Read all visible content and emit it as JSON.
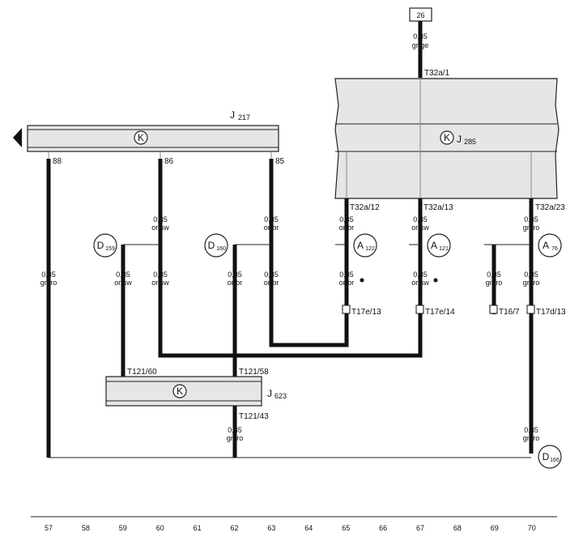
{
  "components": {
    "j217": {
      "label": "J",
      "sub": "217",
      "symbol": "K"
    },
    "j285": {
      "label": "J",
      "sub": "285",
      "symbol": "K"
    },
    "j623": {
      "label": "J",
      "sub": "623",
      "symbol": "K"
    }
  },
  "top_connector": "26",
  "top_wire": {
    "gauge": "0,35",
    "color": "gr/ge",
    "pin": "T32a/1"
  },
  "j217_pins": [
    "88",
    "86",
    "85"
  ],
  "j285_pins": [
    "T32a/12",
    "T32a/13",
    "T32a/23"
  ],
  "wires": [
    {
      "gauge": "0,35",
      "color": "gn/ro"
    },
    {
      "gauge": "0,35",
      "color": "or/sw"
    },
    {
      "gauge": "0,35",
      "color": "or/br"
    },
    {
      "gauge": "0,35",
      "color": "or/br"
    },
    {
      "gauge": "0,35",
      "color": "or/sw"
    },
    {
      "gauge": "0,35",
      "color": "gn/ro"
    },
    {
      "gauge": "0,35",
      "color": "or/sw"
    },
    {
      "gauge": "0,35",
      "color": "or/sw"
    },
    {
      "gauge": "0,35",
      "color": "or/br"
    },
    {
      "gauge": "0,35",
      "color": "or/br"
    },
    {
      "gauge": "0,35",
      "color": "or/br"
    },
    {
      "gauge": "0,35",
      "color": "or/sw"
    },
    {
      "gauge": "0,35",
      "color": "gn/ro"
    },
    {
      "gauge": "0,35",
      "color": "gn/ro"
    },
    {
      "gauge": "0,35",
      "color": "gn/ro"
    },
    {
      "gauge": "0,35",
      "color": "gn/ro"
    }
  ],
  "junctions": {
    "d159": {
      "letter": "D",
      "sub": "159"
    },
    "d160": {
      "letter": "D",
      "sub": "160"
    },
    "a122": {
      "letter": "A",
      "sub": "122"
    },
    "a121": {
      "letter": "A",
      "sub": "121"
    },
    "a76": {
      "letter": "A",
      "sub": "76"
    },
    "d166": {
      "letter": "D",
      "sub": "166"
    }
  },
  "connector_pins": [
    "T17e/13",
    "T17e/14",
    "T16/7",
    "T17d/13"
  ],
  "j623_pins": [
    "T121/60",
    "T121/58",
    "T121/43"
  ],
  "ruler": [
    "57",
    "58",
    "59",
    "60",
    "61",
    "62",
    "63",
    "64",
    "65",
    "66",
    "67",
    "68",
    "69",
    "70"
  ]
}
